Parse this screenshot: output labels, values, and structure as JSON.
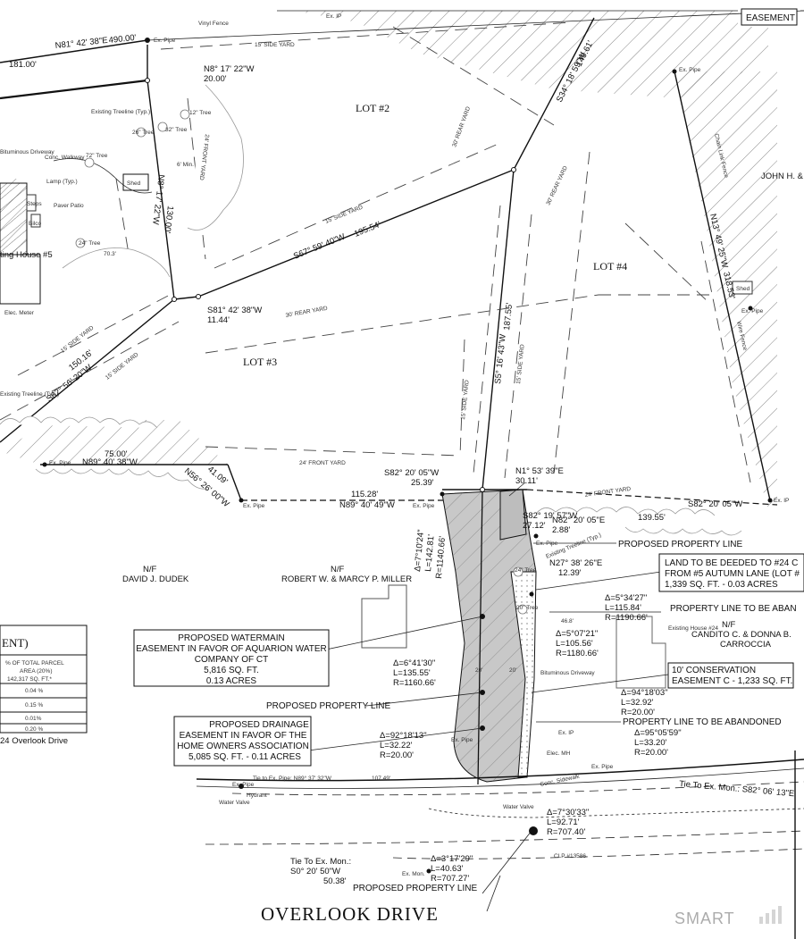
{
  "title": "OVERLOOK DRIVE",
  "watermark": "SMART",
  "lots": {
    "lot2": "LOT #2",
    "lot3": "LOT #3",
    "lot4": "LOT #4"
  },
  "neighbors": {
    "dudek_nf": "N/F",
    "dudek": "DAVID J. DUDEK",
    "miller_nf": "N/F",
    "miller": "ROBERT W. & MARCY P. MILLER",
    "carroccia_nf": "N/F",
    "carroccia_1": "CANDITO C. & DONNA B.",
    "carroccia_2": "CARROCCIA",
    "john": "JOHN H. &",
    "easement_corner": "EASEMENT"
  },
  "bearings": {
    "b1": "N81° 42' 38\"E",
    "b1d": "490.00'",
    "b2": "181.00'",
    "b3": "N8° 17' 22\"W",
    "b3d": "20.00'",
    "b4": "N8° 17' 22\"W",
    "b4d": "130.00'",
    "b5": "S67° 59' 40\"W",
    "b5d": "195.54'",
    "b6": "S81° 42' 38\"W",
    "b6d": "11.44'",
    "b7": "S62° 56' 20\"W",
    "b7d": "150.16'",
    "b8": "N89° 40' 38\"W",
    "b8d": "75.00'",
    "b9": "N56° 26' 00\"W",
    "b9d": "41.09'",
    "b10": "N89° 40' 49\"W",
    "b10d": "115.28'",
    "b11": "S82° 20' 05\"W",
    "b11d": "25.39'",
    "b12": "N1° 53' 39\"E",
    "b12d": "30.11'",
    "b13": "S82° 19' 57\"W",
    "b13d": "27.12'",
    "b14": "N82° 20' 05\"E",
    "b14d": "2.88'",
    "b15": "S82° 20' 05\"W",
    "b15d": "139.55'",
    "b16": "N27° 38' 26\"E",
    "b16d": "12.39'",
    "b17": "S34° 18' 59\"W",
    "b17d": "140.61'",
    "b18": "S5° 16' 43\"W",
    "b18d": "187.55'",
    "b19": "N13° 49' 25\"W",
    "b19d": "318.53'",
    "tie1": "Tie to Ex. Pipe: N89° 37' 32\"W",
    "tie1d": "107.49'",
    "tie2": "Tie To Ex. Mon.: S82° 06' 13\"E",
    "tie3": "Tie To Ex. Mon.:",
    "tie3b": "S0° 20' 50\"W",
    "tie3c": "50.38'"
  },
  "curves": {
    "c1": [
      "Δ=7°10'24\"",
      "L=142.81'",
      "R=1140.66'"
    ],
    "c2": [
      "Δ=6°41'30\"",
      "L=135.55'",
      "R=1160.66'"
    ],
    "c3": [
      "Δ=5°34'27\"",
      "L=115.84'",
      "R=1190.66'"
    ],
    "c4": [
      "Δ=5°07'21\"",
      "L=105.56'",
      "R=1180.66'"
    ],
    "c5": [
      "Δ=94°18'03\"",
      "L=32.92'",
      "R=20.00'"
    ],
    "c6": [
      "Δ=95°05'59\"",
      "L=33.20'",
      "R=20.00'"
    ],
    "c7": [
      "Δ=92°18'13\"",
      "L=32.22'",
      "R=20.00'"
    ],
    "c8": [
      "Δ=7°30'33\"",
      "L=92.71'",
      "R=707.40'"
    ],
    "c9": [
      "Δ=3°17'29\"",
      "L=40.63'",
      "R=707.27'"
    ]
  },
  "callouts": {
    "waterline": [
      "PROPOSED WATERMAIN",
      "EASEMENT IN FAVOR OF AQUARION WATER",
      "COMPANY OF CT",
      "5,816 SQ. FT.",
      "0.13 ACRES"
    ],
    "drainage": [
      "PROPOSED DRAINAGE",
      "EASEMENT IN FAVOR OF THE",
      "HOME OWNERS ASSOCIATION",
      "5,085 SQ. FT. - 0.11 ACRES"
    ],
    "deed": [
      "LAND TO BE DEEDED TO #24 C",
      "FROM #5 AUTUMN LANE (LOT #",
      "1,339 SQ. FT. - 0.03 ACRES"
    ],
    "conservation": [
      "10' CONSERVATION",
      "EASEMENT C - 1,233 SQ. FT."
    ],
    "ppl1": "PROPOSED PROPERTY LINE",
    "ppl2": "PROPOSED PROPERTY LINE",
    "ppl3": "PROPOSED PROPERTY LINE",
    "abandon1": "PROPERTY LINE TO BE ABAN",
    "abandon2": "PROPERTY LINE TO BE ABANDONED"
  },
  "table": {
    "heading": "ENT)",
    "col_head": [
      "% OF TOTAL PARCEL",
      "AREA (20%)",
      "142,317 SQ. FT.*"
    ],
    "rows": [
      "0.04 %",
      "0.15 %",
      "0.01%",
      "0.20 %"
    ],
    "footnote": "24 Overlook Drive"
  },
  "features": {
    "vinyl_fence": "Vinyl Fence",
    "ex_pipe": "Ex. Pipe",
    "ex_ip": "Ex. IP",
    "shed": "Shed",
    "shed2": "Shed",
    "existing_treeline": "Existing Treeline (Typ.)",
    "walkway": "Conc. Walkway",
    "lamp": "Lamp (Typ.)",
    "paver": "Paver Patio",
    "bituminous_drive": "Bituminous Driveway",
    "bituminous_driveway": "Bituminous Driveway",
    "existing_house_5": "ting House #5",
    "existing_house_24": "Existing House #24",
    "elec_meter": "Elec. Meter",
    "hydrant": "Hydrant",
    "water_valve": "Water Valve",
    "water_valve2": "Water Valve",
    "elec_mh": "Elec. MH",
    "sidewalk": "Conc. Sidewalk",
    "clp": "CLP #13586",
    "ex_mon": "Ex. Mon.",
    "chain_fence": "Chain Link Fence",
    "wire_fence": "Wire Fence",
    "tree_26": "26\" Tree",
    "tree_32": "32\" Tree",
    "tree_12": "12\" Tree",
    "tree_72": "72\" Tree",
    "tree_24": "24\" Tree",
    "tree_24b": "24\" Tree",
    "tree_20": "20\" Tree",
    "min_6": "6' Min.",
    "bilco": "Bilco",
    "steps": "Steps",
    "dim_70": "70.3'",
    "dim_20a": "20'",
    "dim_20b": "20'",
    "dim_46": "46.8'"
  },
  "yards": {
    "side15a": "15' SIDE YARD",
    "side15b": "15' SIDE YARD",
    "side15c": "15' SIDE YARD",
    "side15d": "15' SIDE YARD",
    "side15e": "15' SIDE YARD",
    "side15f": "15' SIDE YARD",
    "rear30a": "30' REAR YARD",
    "rear30b": "30' REAR YARD",
    "rear30c": "30' REAR YARD",
    "front24a": "24' FRONT YARD",
    "front24b": "24' FRONT YARD",
    "front24c": "24' FRONT YARD"
  }
}
